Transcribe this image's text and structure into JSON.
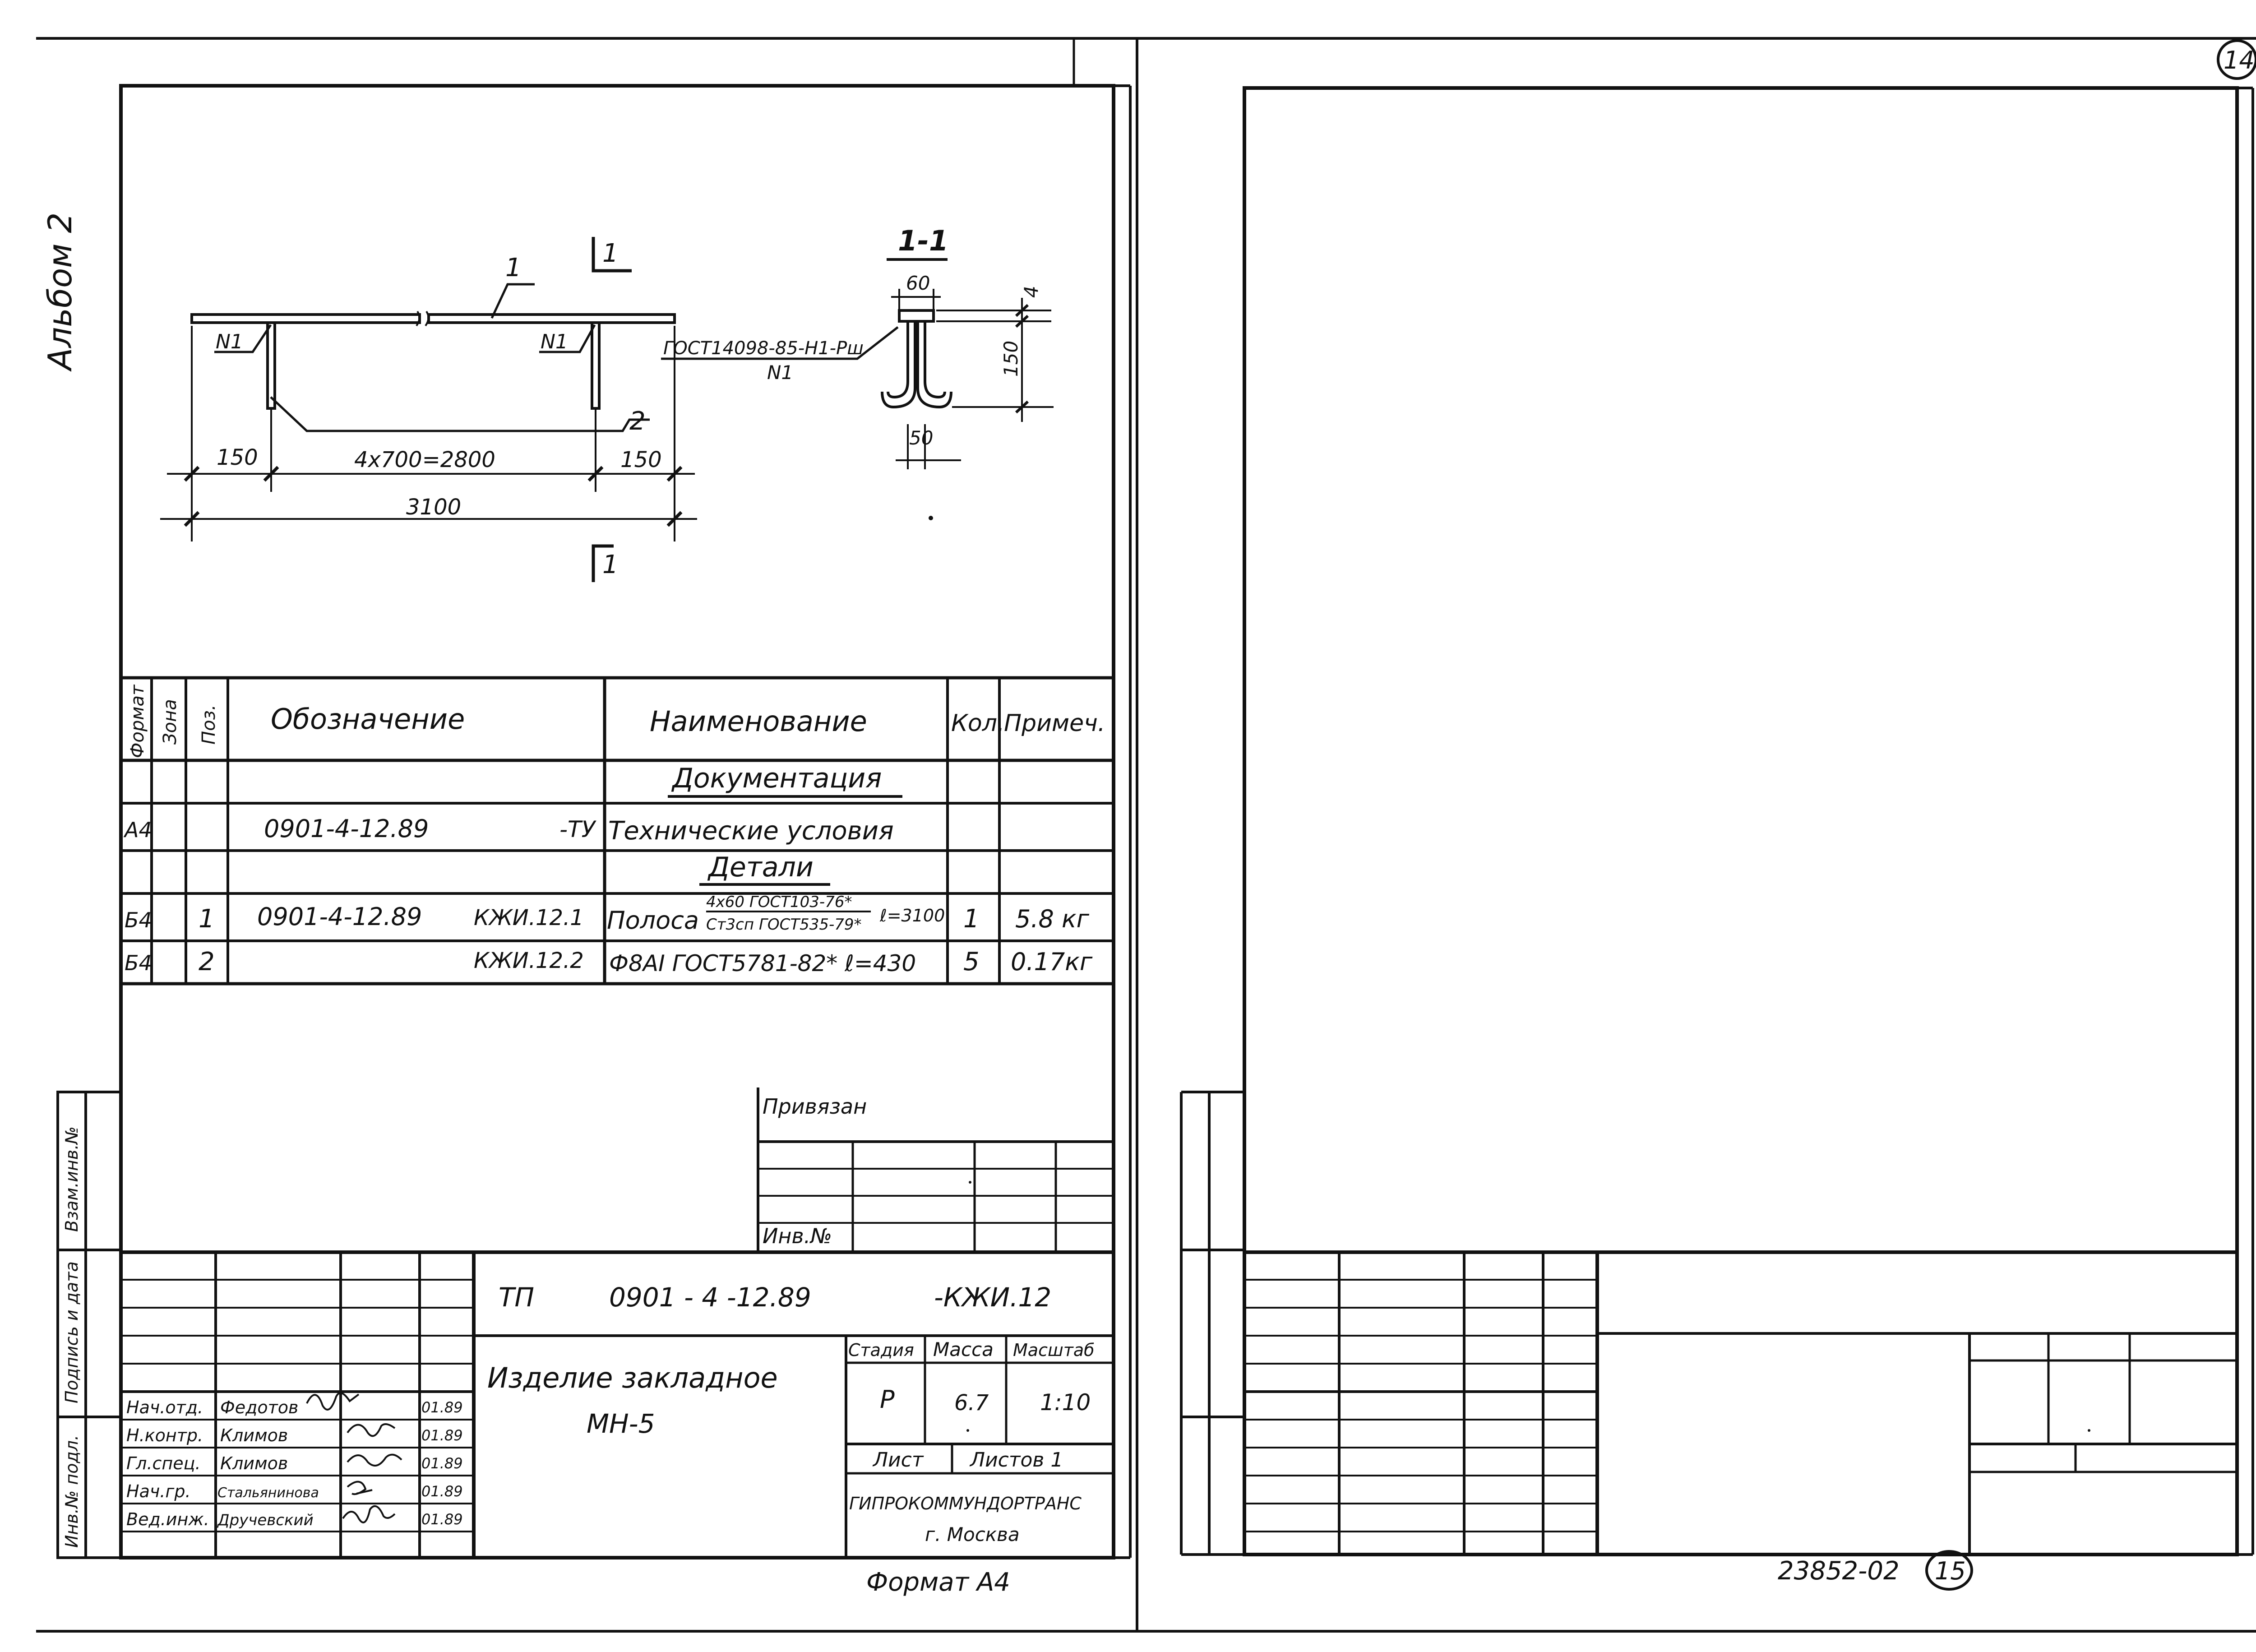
{
  "page": {
    "album_label": "Альбом 2",
    "sheet_number_top": "14",
    "sheet_number_bottom": "15",
    "archive_number": "23852-02",
    "format_label": "Формат А4"
  },
  "drawing": {
    "part_mark_1": "1",
    "part_mark_2": "2",
    "weld_mark_left": "N1",
    "weld_mark_right": "N1",
    "dim_end_left": "150",
    "dim_middle": "4x700=2800",
    "dim_end_right": "150",
    "dim_total": "3100",
    "cut_mark_top": "1",
    "cut_mark_bottom": "1",
    "section_title": "1-1",
    "section_width": "60",
    "section_thickness": "4",
    "section_height": "150",
    "section_gap": "50",
    "weld_standard": "ГОСТ14098-85-Н1-Рш",
    "weld_standard_mark": "N1"
  },
  "spec_table": {
    "headers": {
      "format": "Формат",
      "zone": "Зона",
      "pos": "Поз.",
      "designation": "Обозначение",
      "name": "Наименование",
      "qty": "Кол.",
      "note": "Примеч."
    },
    "section_docs": "Документация",
    "section_parts": "Детали",
    "rows": [
      {
        "format": "А4",
        "pos": "",
        "designation": "0901-4-12.89",
        "suffix": "-ТУ",
        "name": "Технические условия",
        "qty": "",
        "note": ""
      },
      {
        "format": "Б4",
        "pos": "1",
        "designation": "0901-4-12.89",
        "suffix": "КЖИ.12.1",
        "name": "Полоса",
        "name_top": "4х60 ГОСТ103-76*",
        "name_bottom": "Ст3сп ГОСТ535-79*",
        "name_len": "ℓ=3100",
        "qty": "1",
        "note": "5.8 кг"
      },
      {
        "format": "Б4",
        "pos": "2",
        "designation": "",
        "suffix": "КЖИ.12.2",
        "name": "Ф8АI ГОСТ5781-82* ℓ=430",
        "qty": "5",
        "note": "0.17кг"
      }
    ]
  },
  "side_stamp": {
    "vzam_inv": "Взам.инв.№",
    "podpis_data": "Подпись и дата",
    "inv_podl": "Инв.№ подл."
  },
  "privyazan": {
    "label": "Привязан",
    "inv_label": "Инв.№"
  },
  "title_block": {
    "code_prefix": "ТП",
    "code_number": "0901 - 4 -12.89",
    "code_suffix": "-КЖИ.12",
    "title_line1": "Изделие закладное",
    "title_line2": "МН-5",
    "stage_label": "Стадия",
    "mass_label": "Масса",
    "scale_label": "Масштаб",
    "stage_value": "Р",
    "mass_value": "6.7",
    "scale_value": "1:10",
    "sheet_label": "Лист",
    "sheets_label": "Листов 1",
    "org_line1": "ГИПРОКОММУНДОРТРАНС",
    "org_line2": "г. Москва",
    "signers": [
      {
        "role": "Нач.отд.",
        "name": "Федотов",
        "date": "01.89"
      },
      {
        "role": "Н.контр.",
        "name": "Климов",
        "date": "01.89"
      },
      {
        "role": "Гл.спец.",
        "name": "Климов",
        "date": "01.89"
      },
      {
        "role": "Нач.гр.",
        "name": "Стальянинова",
        "date": "01.89"
      },
      {
        "role": "Вед.инж.",
        "name": "Дручевский",
        "date": "01.89"
      }
    ]
  }
}
